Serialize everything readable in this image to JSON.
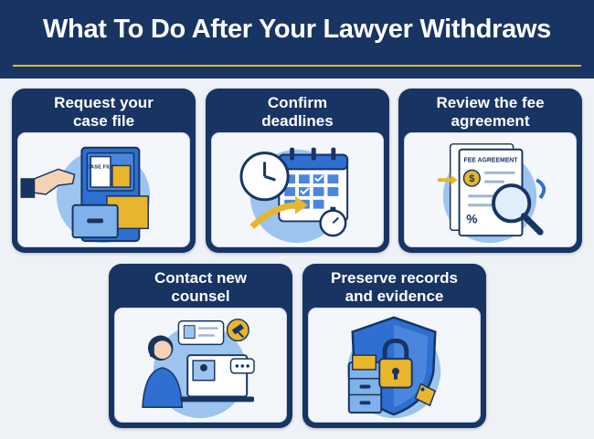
{
  "header": {
    "title": "What To Do After Your Lawyer Withdraws"
  },
  "cards": [
    {
      "title_line1": "Request your",
      "title_line2": "case file",
      "icon": "file-cabinet-icon",
      "label": "CASE FILE"
    },
    {
      "title_line1": "Confirm",
      "title_line2": "deadlines",
      "icon": "calendar-clock-icon"
    },
    {
      "title_line1": "Review the fee",
      "title_line2": "agreement",
      "icon": "document-magnifier-icon",
      "label": "FEE AGREEMENT",
      "symbols": [
        "$",
        "%"
      ]
    },
    {
      "title_line1": "Contact new",
      "title_line2": "counsel",
      "icon": "phone-laptop-icon"
    },
    {
      "title_line1": "Preserve records",
      "title_line2": "and evidence",
      "icon": "shield-lock-icon"
    }
  ],
  "colors": {
    "navy": "#173463",
    "gold": "#e8b62c",
    "blue": "#2e6fd1",
    "light_blue": "#9cc4ee"
  }
}
